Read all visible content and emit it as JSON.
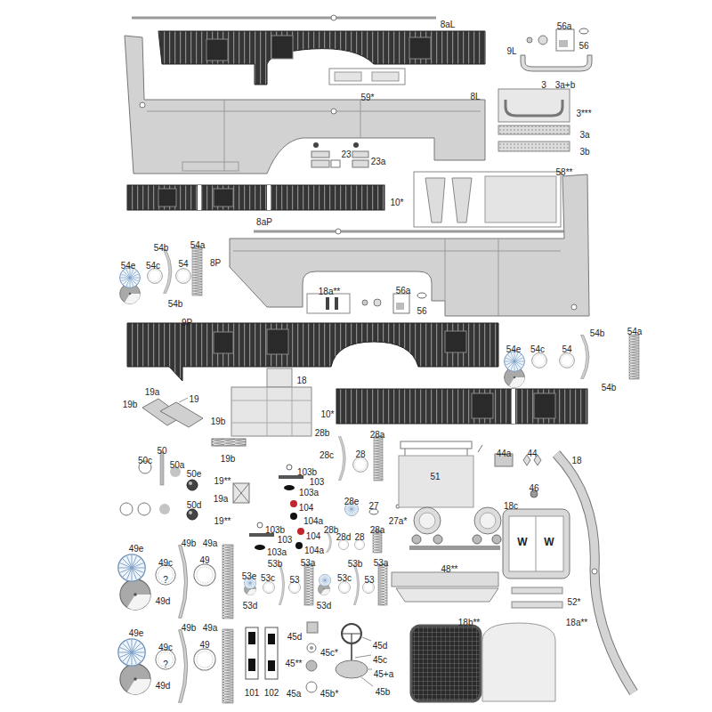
{
  "diagram": {
    "labels": [
      "8aL",
      "56a",
      "9L",
      "56",
      "59*",
      "3",
      "3a+b",
      "8L",
      "3***",
      "3a",
      "3b",
      "23",
      "23a",
      "58**",
      "10*",
      "8aP",
      "54b",
      "54a",
      "54e",
      "54c",
      "54",
      "8P",
      "54b",
      "18a**",
      "56a",
      "56",
      "9P",
      "54b",
      "54a",
      "54e",
      "54c",
      "54",
      "54b",
      "18",
      "19a",
      "19",
      "19b",
      "19b",
      "10*",
      "28b",
      "28a",
      "50",
      "50c",
      "50a",
      "28c",
      "28",
      "44a",
      "44",
      "19b",
      "51",
      "18",
      "103b",
      "103",
      "103a",
      "50e",
      "19**",
      "46",
      "19a",
      "28e",
      "18c",
      "50d",
      "104",
      "104a",
      "27",
      "W",
      "W",
      "19**",
      "103b",
      "103",
      "104",
      "28b",
      "28a",
      "27a*",
      "28d",
      "28",
      "49e",
      "49b",
      "49a",
      "103a",
      "104a",
      "49c",
      "49",
      "?",
      "53e",
      "53b",
      "53a",
      "53c",
      "53",
      "53c",
      "53b",
      "53a",
      "53",
      "48**",
      "52*",
      "49d",
      "53d",
      "53d",
      "18b**",
      "18a**",
      "49b",
      "49a",
      "49e",
      "49c",
      "49",
      "?",
      "45d",
      "45c*",
      "45d",
      "45c",
      "45**",
      "45+a",
      "49d",
      "101",
      "102",
      "45b",
      "45b*",
      "45a"
    ]
  }
}
